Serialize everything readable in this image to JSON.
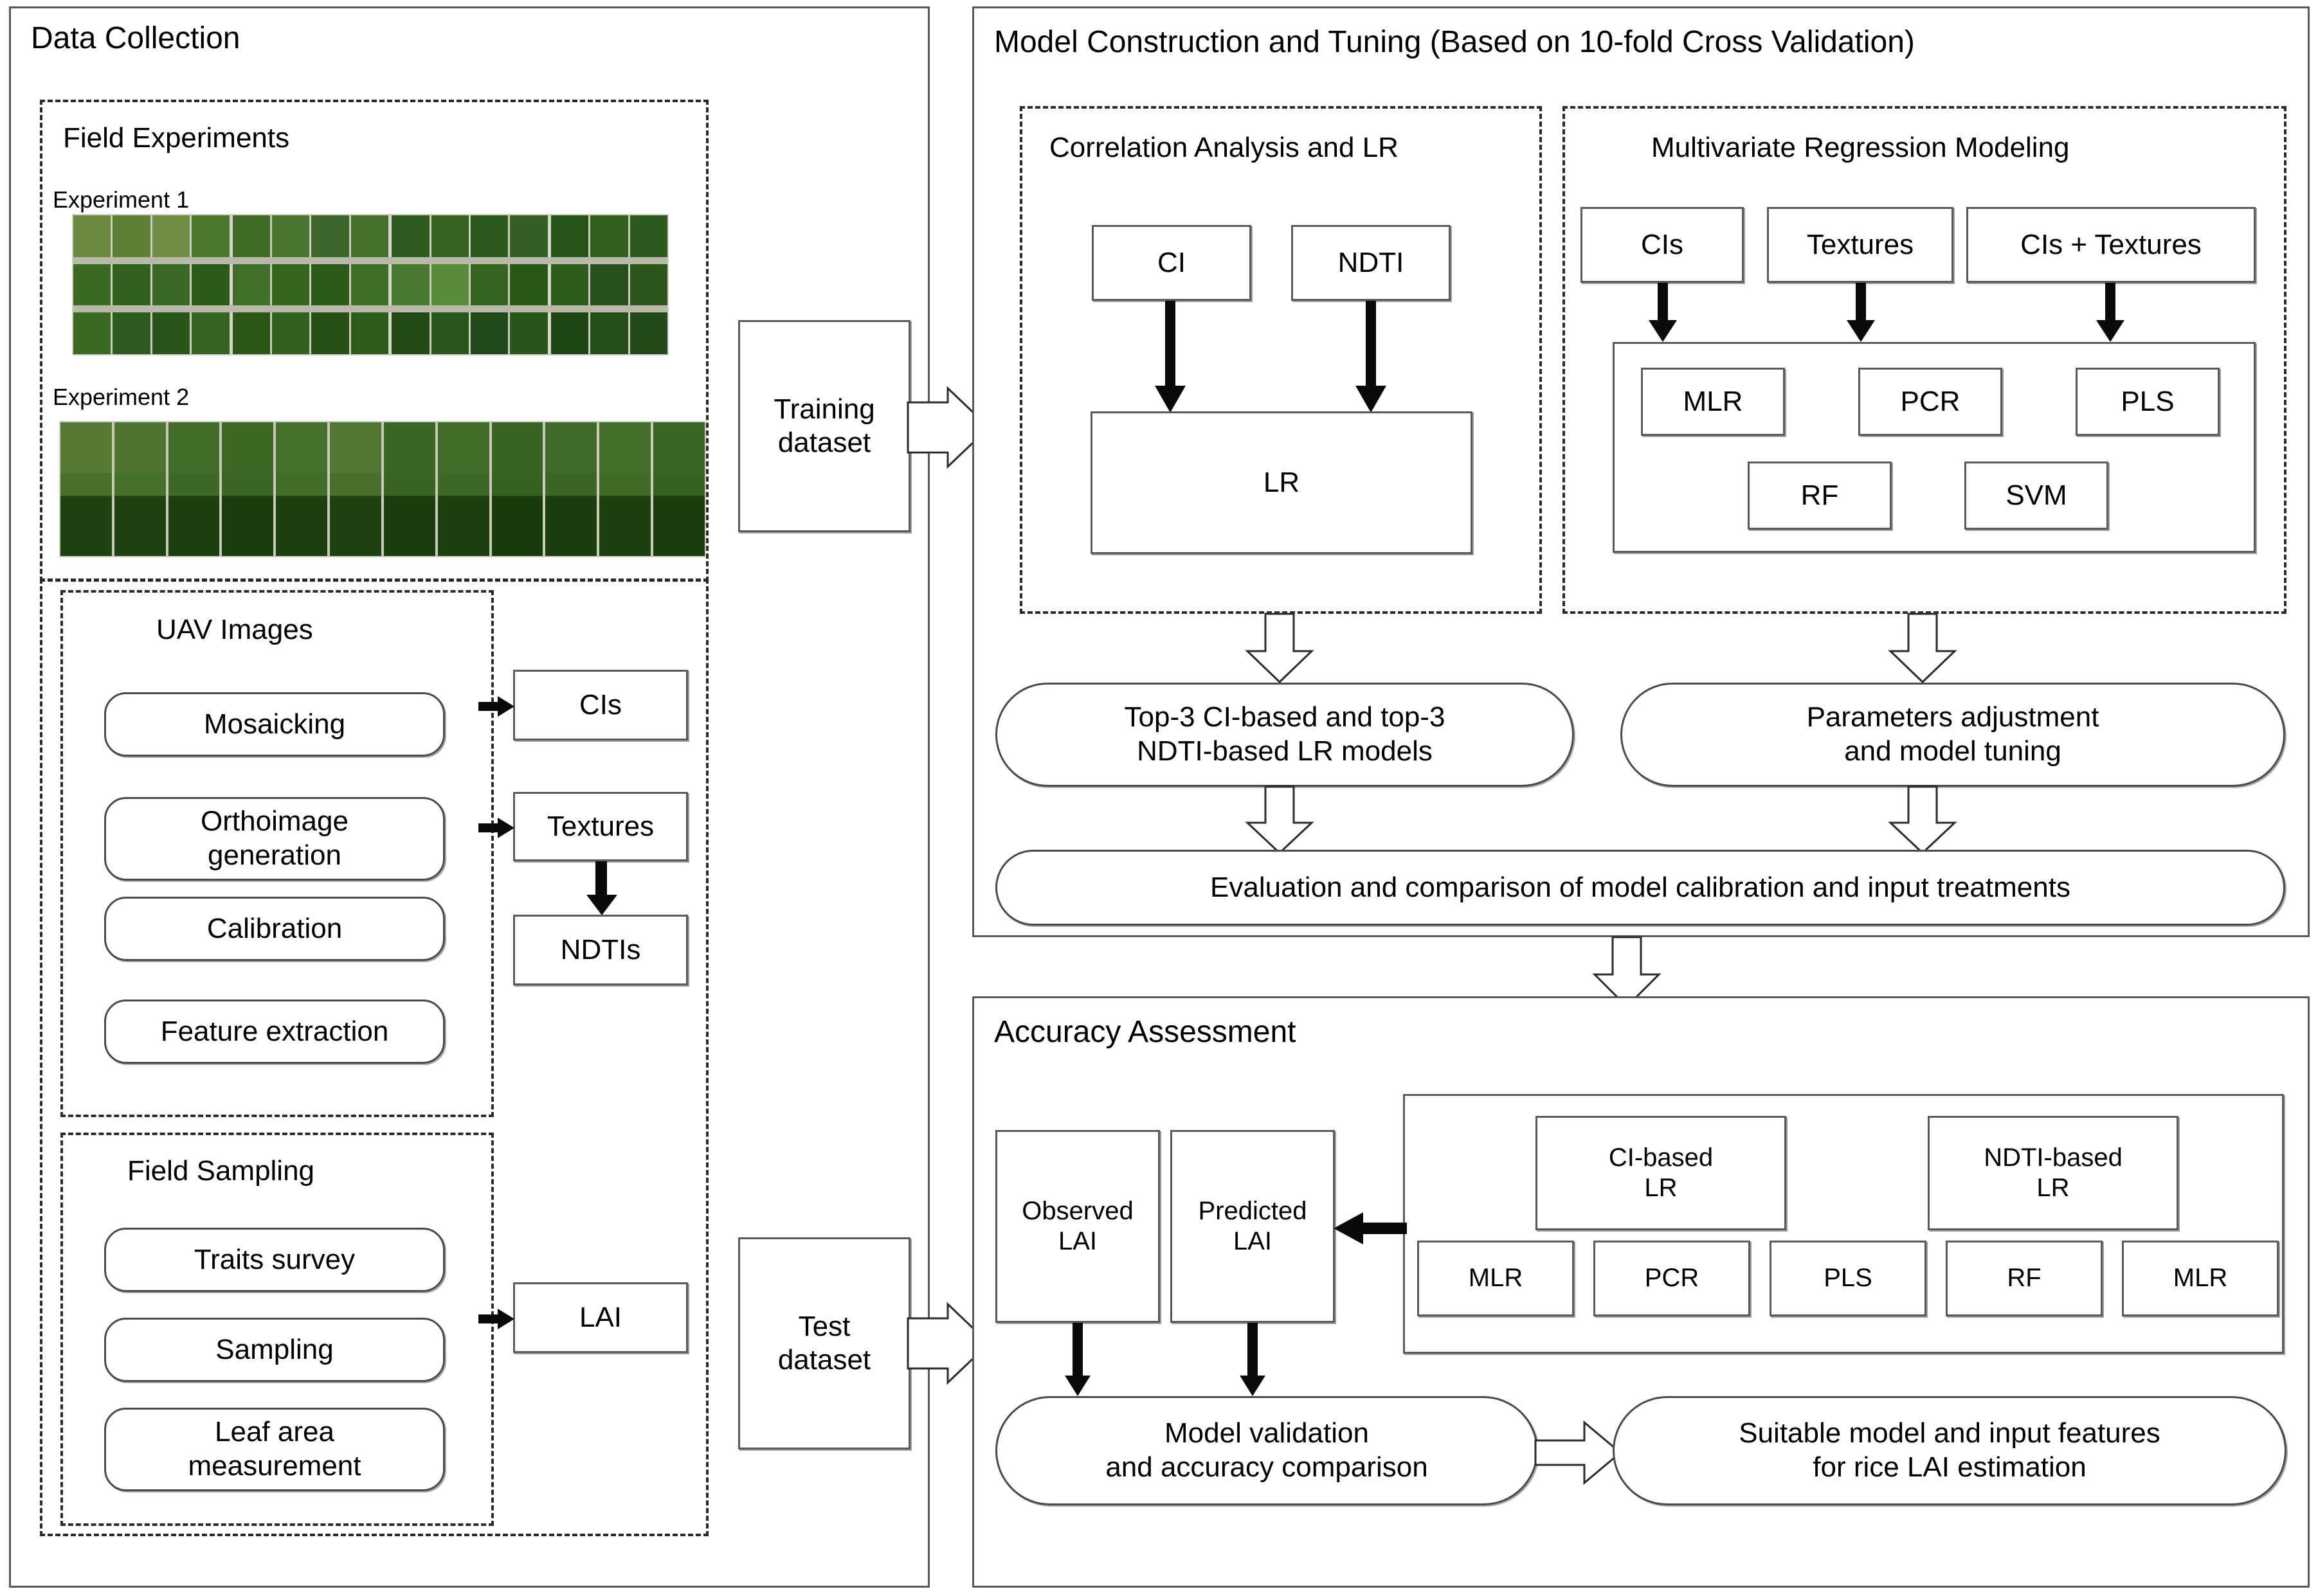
{
  "panels": {
    "data_collection": "Data Collection",
    "model_construction": "Model Construction and Tuning (Based on 10-fold Cross Validation)",
    "accuracy_assessment": "Accuracy Assessment"
  },
  "data_collection": {
    "field_experiments": {
      "title": "Field Experiments",
      "experiment_1": "Experiment 1",
      "experiment_2": "Experiment 2"
    },
    "uav_images": {
      "title": "UAV Images",
      "steps": [
        "Mosaicking",
        "Orthoimage\ngeneration",
        "Calibration",
        "Feature extraction"
      ],
      "outputs": [
        "CIs",
        "Textures",
        "NDTIs"
      ]
    },
    "field_sampling": {
      "title": "Field Sampling",
      "steps": [
        "Traits survey",
        "Sampling",
        "Leaf area\nmeasurement"
      ],
      "output": "LAI"
    }
  },
  "datasets": {
    "training": "Training\ndataset",
    "test": "Test\ndataset"
  },
  "model_construction": {
    "correlation": {
      "title": "Correlation Analysis and LR",
      "inputs": [
        "CI",
        "NDTI"
      ],
      "model": "LR"
    },
    "multivariate": {
      "title": "Multivariate Regression Modeling",
      "inputs": [
        "CIs",
        "Textures",
        "CIs + Textures"
      ],
      "models_row1": [
        "MLR",
        "PCR",
        "PLS"
      ],
      "models_row2": [
        "RF",
        "SVM"
      ]
    },
    "results": {
      "left": "Top-3 CI-based and top-3\nNDTI-based LR models",
      "right": "Parameters adjustment\nand model tuning",
      "combined": "Evaluation and comparison of model calibration and input treatments"
    }
  },
  "accuracy_assessment": {
    "observed": "Observed\nLAI",
    "predicted": "Predicted\nLAI",
    "model_groups": [
      "CI-based\nLR",
      "NDTI-based\nLR"
    ],
    "models": [
      "MLR",
      "PCR",
      "PLS",
      "RF",
      "MLR"
    ],
    "validation": "Model validation\nand accuracy comparison",
    "conclusion": "Suitable model and input features\nfor rice LAI estimation"
  },
  "colors": {
    "line": "#595959",
    "dash": "#2b2b2b",
    "arrow": "#0a0a0a",
    "crop_light": "#5a7f34",
    "crop_mid": "#3f6424",
    "crop_dark": "#254a16"
  }
}
